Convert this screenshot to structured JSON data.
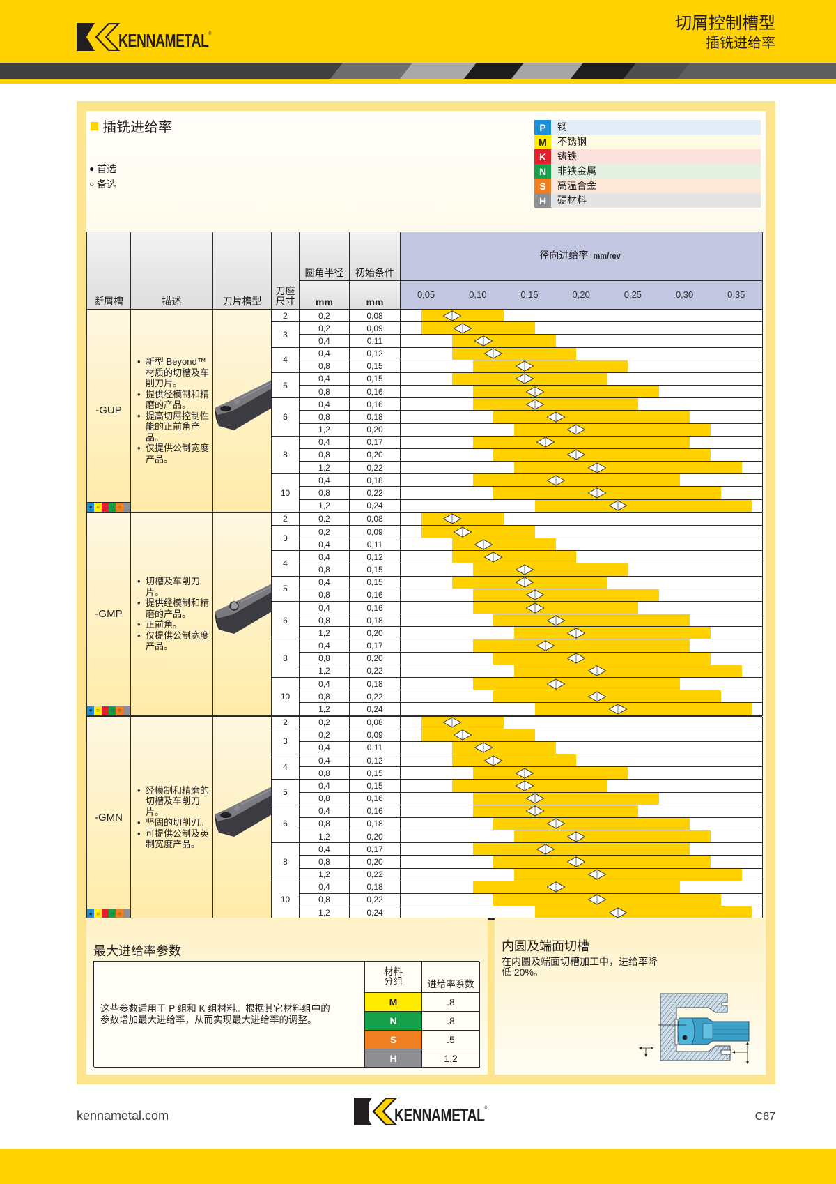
{
  "header": {
    "brand": "KENNAMETAL",
    "registered": "®",
    "title": "切屑控制槽型",
    "subtitle": "插铣进给率",
    "brand_color": "#FFD200"
  },
  "section": {
    "title": "插铣进给率",
    "key": [
      {
        "symbol": "●",
        "label": "首选"
      },
      {
        "symbol": "○",
        "label": "备选"
      }
    ]
  },
  "materials": [
    {
      "code": "P",
      "name": "钢",
      "color": "#1B8FD6",
      "text_color": "#ffffff",
      "row_bg": "#E2EDF8"
    },
    {
      "code": "M",
      "name": "不锈钢",
      "color": "#FFEC00",
      "text_color": "#231f20",
      "row_bg": "#FFFAE2"
    },
    {
      "code": "K",
      "name": "铸铁",
      "color": "#E3202B",
      "text_color": "#ffffff",
      "row_bg": "#FBE2DC"
    },
    {
      "code": "N",
      "name": "非铁金属",
      "color": "#17A14B",
      "text_color": "#ffffff",
      "row_bg": "#E3F0E2"
    },
    {
      "code": "S",
      "name": "高温合金",
      "color": "#F07F22",
      "text_color": "#ffffff",
      "row_bg": "#FCE7D9"
    },
    {
      "code": "H",
      "name": "硬材料",
      "color": "#8E8F92",
      "text_color": "#ffffff",
      "row_bg": "#E4E4E4"
    }
  ],
  "table": {
    "headers": {
      "chipbreaker": "断屑槽",
      "description": "描述",
      "insert_geometry": "刀片槽型",
      "holder_size": "刀座\n尺寸",
      "corner_radius": "圆角半径",
      "corner_radius_unit": "mm",
      "initial": "初始条件",
      "initial_unit": "mm",
      "feed_title": "径向进给率",
      "feed_unit": "mm/rev"
    },
    "bar_color": "#FFD100",
    "groups": [
      {
        "name": "-GUP",
        "description": [
          "新型 Beyond™ 材质的切槽及车削刀片。",
          "提供经模制和精磨的产品。",
          "提高切屑控制性能的正前角产品。",
          "仅提供公制宽度产品。"
        ],
        "material_marks": [
          "●",
          "○",
          "",
          "○",
          "○",
          ""
        ],
        "holders": [
          {
            "size": "2",
            "rows": [
              {
                "radius": "0,2",
                "initial": "0,08",
                "value": 0.08,
                "min": 0.05,
                "max": 0.13
              }
            ]
          },
          {
            "size": "3",
            "rows": [
              {
                "radius": "0,2",
                "initial": "0,09",
                "value": 0.09,
                "min": 0.05,
                "max": 0.16
              },
              {
                "radius": "0,4",
                "initial": "0,11",
                "value": 0.11,
                "min": 0.08,
                "max": 0.18
              }
            ]
          },
          {
            "size": "4",
            "rows": [
              {
                "radius": "0,4",
                "initial": "0,12",
                "value": 0.12,
                "min": 0.08,
                "max": 0.2
              },
              {
                "radius": "0,8",
                "initial": "0,15",
                "value": 0.15,
                "min": 0.1,
                "max": 0.25
              }
            ]
          },
          {
            "size": "5",
            "rows": [
              {
                "radius": "0,4",
                "initial": "0,15",
                "value": 0.15,
                "min": 0.08,
                "max": 0.23
              },
              {
                "radius": "0,8",
                "initial": "0,16",
                "value": 0.16,
                "min": 0.1,
                "max": 0.28
              }
            ]
          },
          {
            "size": "6",
            "rows": [
              {
                "radius": "0,4",
                "initial": "0,16",
                "value": 0.16,
                "min": 0.1,
                "max": 0.26
              },
              {
                "radius": "0,8",
                "initial": "0,18",
                "value": 0.18,
                "min": 0.12,
                "max": 0.31
              },
              {
                "radius": "1,2",
                "initial": "0,20",
                "value": 0.2,
                "min": 0.14,
                "max": 0.33
              }
            ]
          },
          {
            "size": "8",
            "rows": [
              {
                "radius": "0,4",
                "initial": "0,17",
                "value": 0.17,
                "min": 0.1,
                "max": 0.31
              },
              {
                "radius": "0,8",
                "initial": "0,20",
                "value": 0.2,
                "min": 0.12,
                "max": 0.33
              },
              {
                "radius": "1,2",
                "initial": "0,22",
                "value": 0.22,
                "min": 0.14,
                "max": 0.36
              }
            ]
          },
          {
            "size": "10",
            "rows": [
              {
                "radius": "0,4",
                "initial": "0,18",
                "value": 0.18,
                "min": 0.1,
                "max": 0.3
              },
              {
                "radius": "0,8",
                "initial": "0,22",
                "value": 0.22,
                "min": 0.12,
                "max": 0.34
              },
              {
                "radius": "1,2",
                "initial": "0,24",
                "value": 0.24,
                "min": 0.16,
                "max": 0.37
              }
            ]
          }
        ]
      },
      {
        "name": "-GMP",
        "description": [
          "切槽及车削刀片。",
          "提供经模制和精磨的产品。",
          "正前角。",
          "仅提供公制宽度产品。"
        ],
        "material_marks": [
          "●",
          "○",
          "",
          "○",
          "○",
          ""
        ],
        "holders": [
          {
            "size": "2",
            "rows": [
              {
                "radius": "0,2",
                "initial": "0,08",
                "value": 0.08,
                "min": 0.05,
                "max": 0.13
              }
            ]
          },
          {
            "size": "3",
            "rows": [
              {
                "radius": "0,2",
                "initial": "0,09",
                "value": 0.09,
                "min": 0.05,
                "max": 0.16
              },
              {
                "radius": "0,4",
                "initial": "0,11",
                "value": 0.11,
                "min": 0.08,
                "max": 0.18
              }
            ]
          },
          {
            "size": "4",
            "rows": [
              {
                "radius": "0,4",
                "initial": "0,12",
                "value": 0.12,
                "min": 0.08,
                "max": 0.2
              },
              {
                "radius": "0,8",
                "initial": "0,15",
                "value": 0.15,
                "min": 0.1,
                "max": 0.25
              }
            ]
          },
          {
            "size": "5",
            "rows": [
              {
                "radius": "0,4",
                "initial": "0,15",
                "value": 0.15,
                "min": 0.08,
                "max": 0.23
              },
              {
                "radius": "0,8",
                "initial": "0,16",
                "value": 0.16,
                "min": 0.1,
                "max": 0.28
              }
            ]
          },
          {
            "size": "6",
            "rows": [
              {
                "radius": "0,4",
                "initial": "0,16",
                "value": 0.16,
                "min": 0.1,
                "max": 0.26
              },
              {
                "radius": "0,8",
                "initial": "0,18",
                "value": 0.18,
                "min": 0.12,
                "max": 0.31
              },
              {
                "radius": "1,2",
                "initial": "0,20",
                "value": 0.2,
                "min": 0.14,
                "max": 0.33
              }
            ]
          },
          {
            "size": "8",
            "rows": [
              {
                "radius": "0,4",
                "initial": "0,17",
                "value": 0.17,
                "min": 0.1,
                "max": 0.31
              },
              {
                "radius": "0,8",
                "initial": "0,20",
                "value": 0.2,
                "min": 0.12,
                "max": 0.33
              },
              {
                "radius": "1,2",
                "initial": "0,22",
                "value": 0.22,
                "min": 0.14,
                "max": 0.36
              }
            ]
          },
          {
            "size": "10",
            "rows": [
              {
                "radius": "0,4",
                "initial": "0,18",
                "value": 0.18,
                "min": 0.1,
                "max": 0.3
              },
              {
                "radius": "0,8",
                "initial": "0,22",
                "value": 0.22,
                "min": 0.12,
                "max": 0.34
              },
              {
                "radius": "1,2",
                "initial": "0,24",
                "value": 0.24,
                "min": 0.16,
                "max": 0.37
              }
            ]
          }
        ]
      },
      {
        "name": "-GMN",
        "description": [
          "经模制和精磨的切槽及车削刀片。",
          "坚固的切削刃。",
          "可提供公制及英制宽度产品。"
        ],
        "material_marks": [
          "●",
          "○",
          "",
          "○",
          "○",
          ""
        ],
        "holders": [
          {
            "size": "2",
            "rows": [
              {
                "radius": "0,2",
                "initial": "0,08",
                "value": 0.08,
                "min": 0.05,
                "max": 0.13
              }
            ]
          },
          {
            "size": "3",
            "rows": [
              {
                "radius": "0,2",
                "initial": "0,09",
                "value": 0.09,
                "min": 0.05,
                "max": 0.16
              },
              {
                "radius": "0,4",
                "initial": "0,11",
                "value": 0.11,
                "min": 0.08,
                "max": 0.18
              }
            ]
          },
          {
            "size": "4",
            "rows": [
              {
                "radius": "0,4",
                "initial": "0,12",
                "value": 0.12,
                "min": 0.08,
                "max": 0.2
              },
              {
                "radius": "0,8",
                "initial": "0,15",
                "value": 0.15,
                "min": 0.1,
                "max": 0.25
              }
            ]
          },
          {
            "size": "5",
            "rows": [
              {
                "radius": "0,4",
                "initial": "0,15",
                "value": 0.15,
                "min": 0.08,
                "max": 0.23
              },
              {
                "radius": "0,8",
                "initial": "0,16",
                "value": 0.16,
                "min": 0.1,
                "max": 0.28
              }
            ]
          },
          {
            "size": "6",
            "rows": [
              {
                "radius": "0,4",
                "initial": "0,16",
                "value": 0.16,
                "min": 0.1,
                "max": 0.26
              },
              {
                "radius": "0,8",
                "initial": "0,18",
                "value": 0.18,
                "min": 0.12,
                "max": 0.31
              },
              {
                "radius": "1,2",
                "initial": "0,20",
                "value": 0.2,
                "min": 0.14,
                "max": 0.33
              }
            ]
          },
          {
            "size": "8",
            "rows": [
              {
                "radius": "0,4",
                "initial": "0,17",
                "value": 0.17,
                "min": 0.1,
                "max": 0.31
              },
              {
                "radius": "0,8",
                "initial": "0,20",
                "value": 0.2,
                "min": 0.12,
                "max": 0.33
              },
              {
                "radius": "1,2",
                "initial": "0,22",
                "value": 0.22,
                "min": 0.14,
                "max": 0.36
              }
            ]
          },
          {
            "size": "10",
            "rows": [
              {
                "radius": "0,4",
                "initial": "0,18",
                "value": 0.18,
                "min": 0.1,
                "max": 0.3
              },
              {
                "radius": "0,8",
                "initial": "0,22",
                "value": 0.22,
                "min": 0.12,
                "max": 0.34
              },
              {
                "radius": "1,2",
                "initial": "0,24",
                "value": 0.24,
                "min": 0.16,
                "max": 0.37
              }
            ]
          }
        ]
      }
    ]
  },
  "chart_data": {
    "type": "bar",
    "orientation": "horizontal-range",
    "title": "径向进给率 mm/rev",
    "xlabel": "径向进给率 mm/rev",
    "ticks": [
      0.05,
      0.1,
      0.15,
      0.2,
      0.25,
      0.3,
      0.35
    ],
    "tick_labels": [
      "0,05",
      "0,10",
      "0,15",
      "0,20",
      "0,25",
      "0,30",
      "0,35"
    ],
    "xlim": [
      0.03,
      0.38
    ],
    "marker": "diamond = 初始条件",
    "series_source": "table.groups[].holders[].rows[] (min, max, value)"
  },
  "max_feed": {
    "title": "最大进给率参数",
    "note": "这些参数适用于 P 组和 K 组材料。根据其它材料组中的\n参数增加最大进给率，从而实现最大进给率的调整。",
    "col_group": "材料\n分组",
    "col_factor": "进给率系数",
    "rows": [
      {
        "group": "M",
        "factor": ".8",
        "color": "#FFEC00",
        "text_color": "#231f20"
      },
      {
        "group": "N",
        "factor": ".8",
        "color": "#17A14B",
        "text_color": "#ffffff"
      },
      {
        "group": "S",
        "factor": ".5",
        "color": "#F07F22",
        "text_color": "#ffffff"
      },
      {
        "group": "H",
        "factor": "1.2",
        "color": "#8E8F92",
        "text_color": "#ffffff"
      }
    ]
  },
  "internal_grooving": {
    "title": "内圆及端面切槽",
    "text": "在内圆及端面切槽加工中，进给率降\n低 20%。"
  },
  "footer": {
    "url": "kennametal.com",
    "brand": "KENNAMETAL",
    "registered": "®",
    "page": "C87"
  }
}
